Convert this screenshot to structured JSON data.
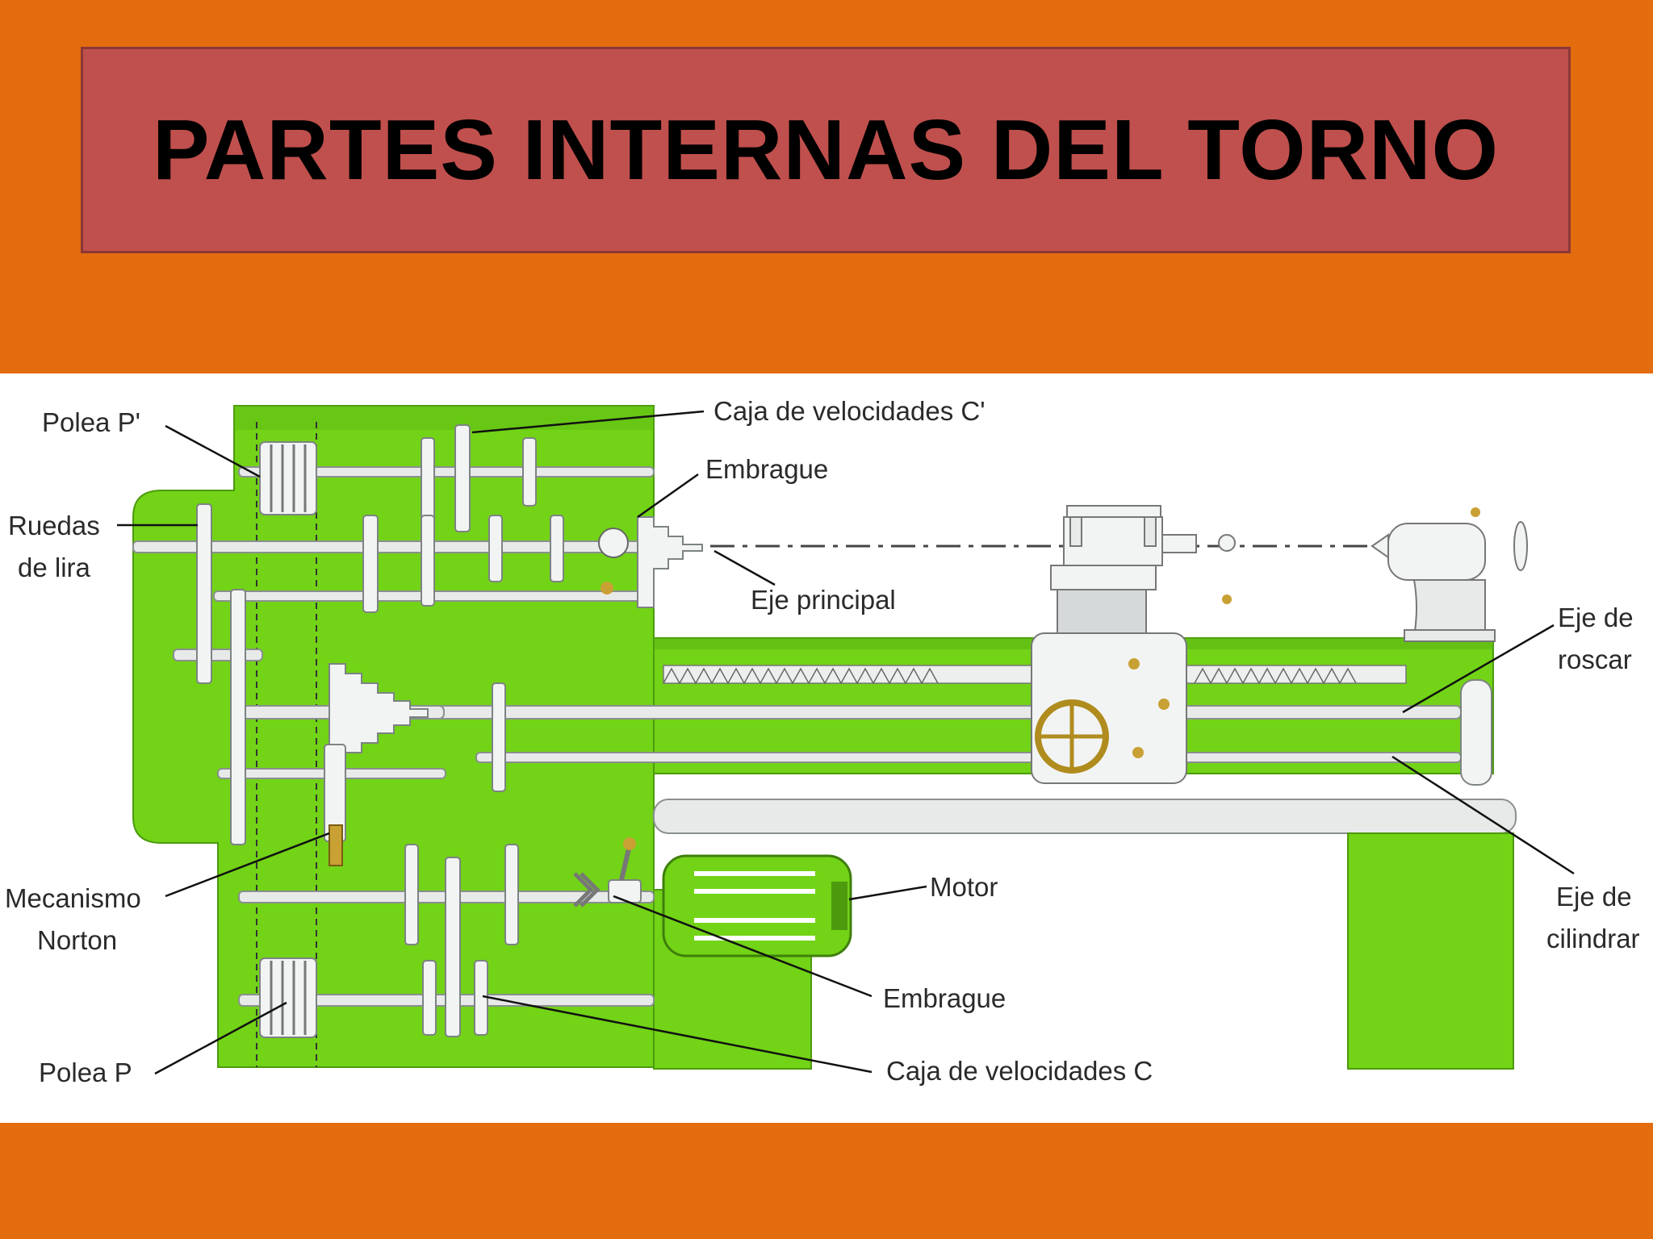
{
  "title": "PARTES INTERNAS DEL TORNO",
  "colors": {
    "background": "#E36C0F",
    "title_box": "#C0504D",
    "machine_body": "#72D317",
    "parts": "#E8EAEA"
  },
  "labels": {
    "polea_p_prime": "Polea P'",
    "ruedas_de_lira_1": "Ruedas",
    "ruedas_de_lira_2": "de lira",
    "caja_velocidades_c_prime": "Caja de velocidades C'",
    "embrague_top": "Embrague",
    "eje_principal": "Eje principal",
    "eje_de_roscar_1": "Eje de",
    "eje_de_roscar_2": "roscar",
    "mecanismo_norton_1": "Mecanismo",
    "mecanismo_norton_2": "Norton",
    "motor": "Motor",
    "embrague_bottom": "Embrague",
    "eje_de_cilindrar_1": "Eje de",
    "eje_de_cilindrar_2": "cilindrar",
    "polea_p": "Polea P",
    "caja_velocidades_c": "Caja de velocidades C"
  }
}
